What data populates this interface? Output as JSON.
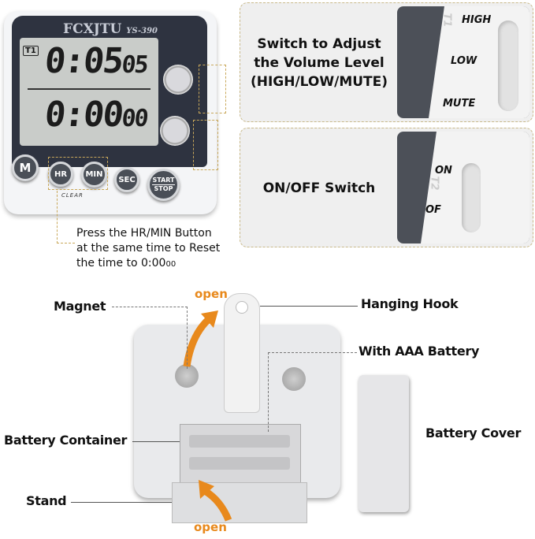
{
  "timer": {
    "brand": "FCXJTU",
    "model": "YS-390",
    "t1_indicator": "T1",
    "display_top": "0:05",
    "display_top_seconds": "05",
    "display_bottom": "0:00",
    "display_bottom_seconds": "00",
    "buttons": {
      "m": "M",
      "hr": "HR",
      "min": "MIN",
      "sec": "SEC",
      "start": "START",
      "stop": "STOP"
    },
    "clear_label": "CLEAR",
    "reset_note": [
      "Press the HR/MIN Button",
      "at the same time to Reset",
      "the time to 0:00"
    ],
    "reset_note_small": "00"
  },
  "callouts": {
    "volume": {
      "text": [
        "Switch to Adjust",
        "the Volume Level",
        "(HIGH/LOW/MUTE)"
      ],
      "tag": "T1",
      "positions": [
        "HIGH",
        "LOW",
        "MUTE"
      ]
    },
    "power": {
      "text": "ON/OFF Switch",
      "tag": "T2",
      "positions": [
        "ON",
        "OF"
      ]
    }
  },
  "back_labels": {
    "magnet": "Magnet",
    "open_top": "open",
    "hanging_hook": "Hanging Hook",
    "battery": "With AAA Battery",
    "battery_container": "Battery Container",
    "battery_cover": "Battery Cover",
    "stand": "Stand",
    "open_bottom": "open"
  },
  "colors": {
    "accent_open": "#e8891c",
    "panel": "#2e3340",
    "callout_border": "#c9b98a"
  }
}
